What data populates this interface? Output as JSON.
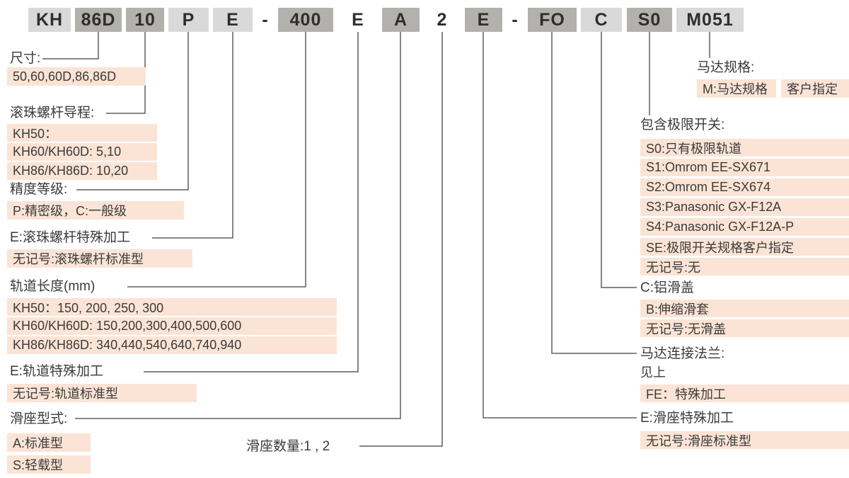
{
  "colors": {
    "highlight": "#fbe4d5",
    "segment_light": "#d9d9d9",
    "segment_dark": "#b3b1ad",
    "leader_line": "#5f5f5f",
    "text": "#3b3b3b"
  },
  "model": {
    "segments": [
      {
        "text": "KH",
        "tone": "light"
      },
      {
        "text": "86D",
        "tone": "dark"
      },
      {
        "text": "10",
        "tone": "dark"
      },
      {
        "text": "P",
        "tone": "light"
      },
      {
        "text": "E",
        "tone": "light"
      },
      {
        "text": "-",
        "tone": "none"
      },
      {
        "text": "400",
        "tone": "dark"
      },
      {
        "text": "E",
        "tone": "none"
      },
      {
        "text": "A",
        "tone": "dark"
      },
      {
        "text": "2",
        "tone": "none"
      },
      {
        "text": "E",
        "tone": "dark"
      },
      {
        "text": "-",
        "tone": "none"
      },
      {
        "text": "FO",
        "tone": "dark"
      },
      {
        "text": "C",
        "tone": "light"
      },
      {
        "text": "S0",
        "tone": "dark"
      },
      {
        "text": "M051",
        "tone": "light"
      }
    ]
  },
  "annotations": {
    "size": {
      "title": "尺寸:",
      "options": [
        "50,60,60D,86,86D"
      ]
    },
    "screw_lead": {
      "title": "滚珠螺杆导程:",
      "options": [
        "KH50：",
        "KH60/KH60D: 5,10",
        "KH86/KH86D: 10,20"
      ]
    },
    "accuracy": {
      "title": "精度等级:",
      "options": [
        "P:精密级，C:一般级"
      ]
    },
    "screw_special": {
      "title": "E:滚珠螺杆特殊加工",
      "options": [
        "无记号:滚珠螺杆标准型"
      ]
    },
    "rail_length": {
      "title": "轨道长度(mm)",
      "options": [
        "KH50：150, 200, 250, 300",
        "KH60/KH60D: 150,200,300,400,500,600",
        "KH86/KH86D: 340,440,540,640,740,940"
      ]
    },
    "rail_special": {
      "title": "E:轨道特殊加工",
      "options": [
        "无记号:轨道标准型"
      ]
    },
    "slider_type": {
      "title": "滑座型式:",
      "options": [
        "A:标准型",
        "S:轻载型"
      ]
    },
    "slider_qty": {
      "label": "滑座数量:1 , 2"
    },
    "motor_spec": {
      "title": "马达规格:",
      "options": [
        "M:马达规格",
        "客户指定"
      ]
    },
    "limit_switch": {
      "title": "包含极限开关:",
      "options": [
        "S0:只有极限轨道",
        "S1:Omrom EE-SX671",
        "S2:Omrom EE-SX674",
        "S3:Panasonic GX-F12A",
        "S4:Panasonic GX-F12A-P",
        "SE:极限开关规格客户指定",
        "无记号:无"
      ]
    },
    "cover": {
      "title": "C:铝滑盖",
      "options": [
        "B:伸缩滑套",
        "无记号:无滑盖"
      ]
    },
    "flange": {
      "title": "马达连接法兰:",
      "plain": "见上",
      "options": [
        "FE：特殊加工"
      ]
    },
    "slider_special": {
      "title": "E:滑座特殊加工",
      "options": [
        "无记号:滑座标准型"
      ]
    }
  }
}
